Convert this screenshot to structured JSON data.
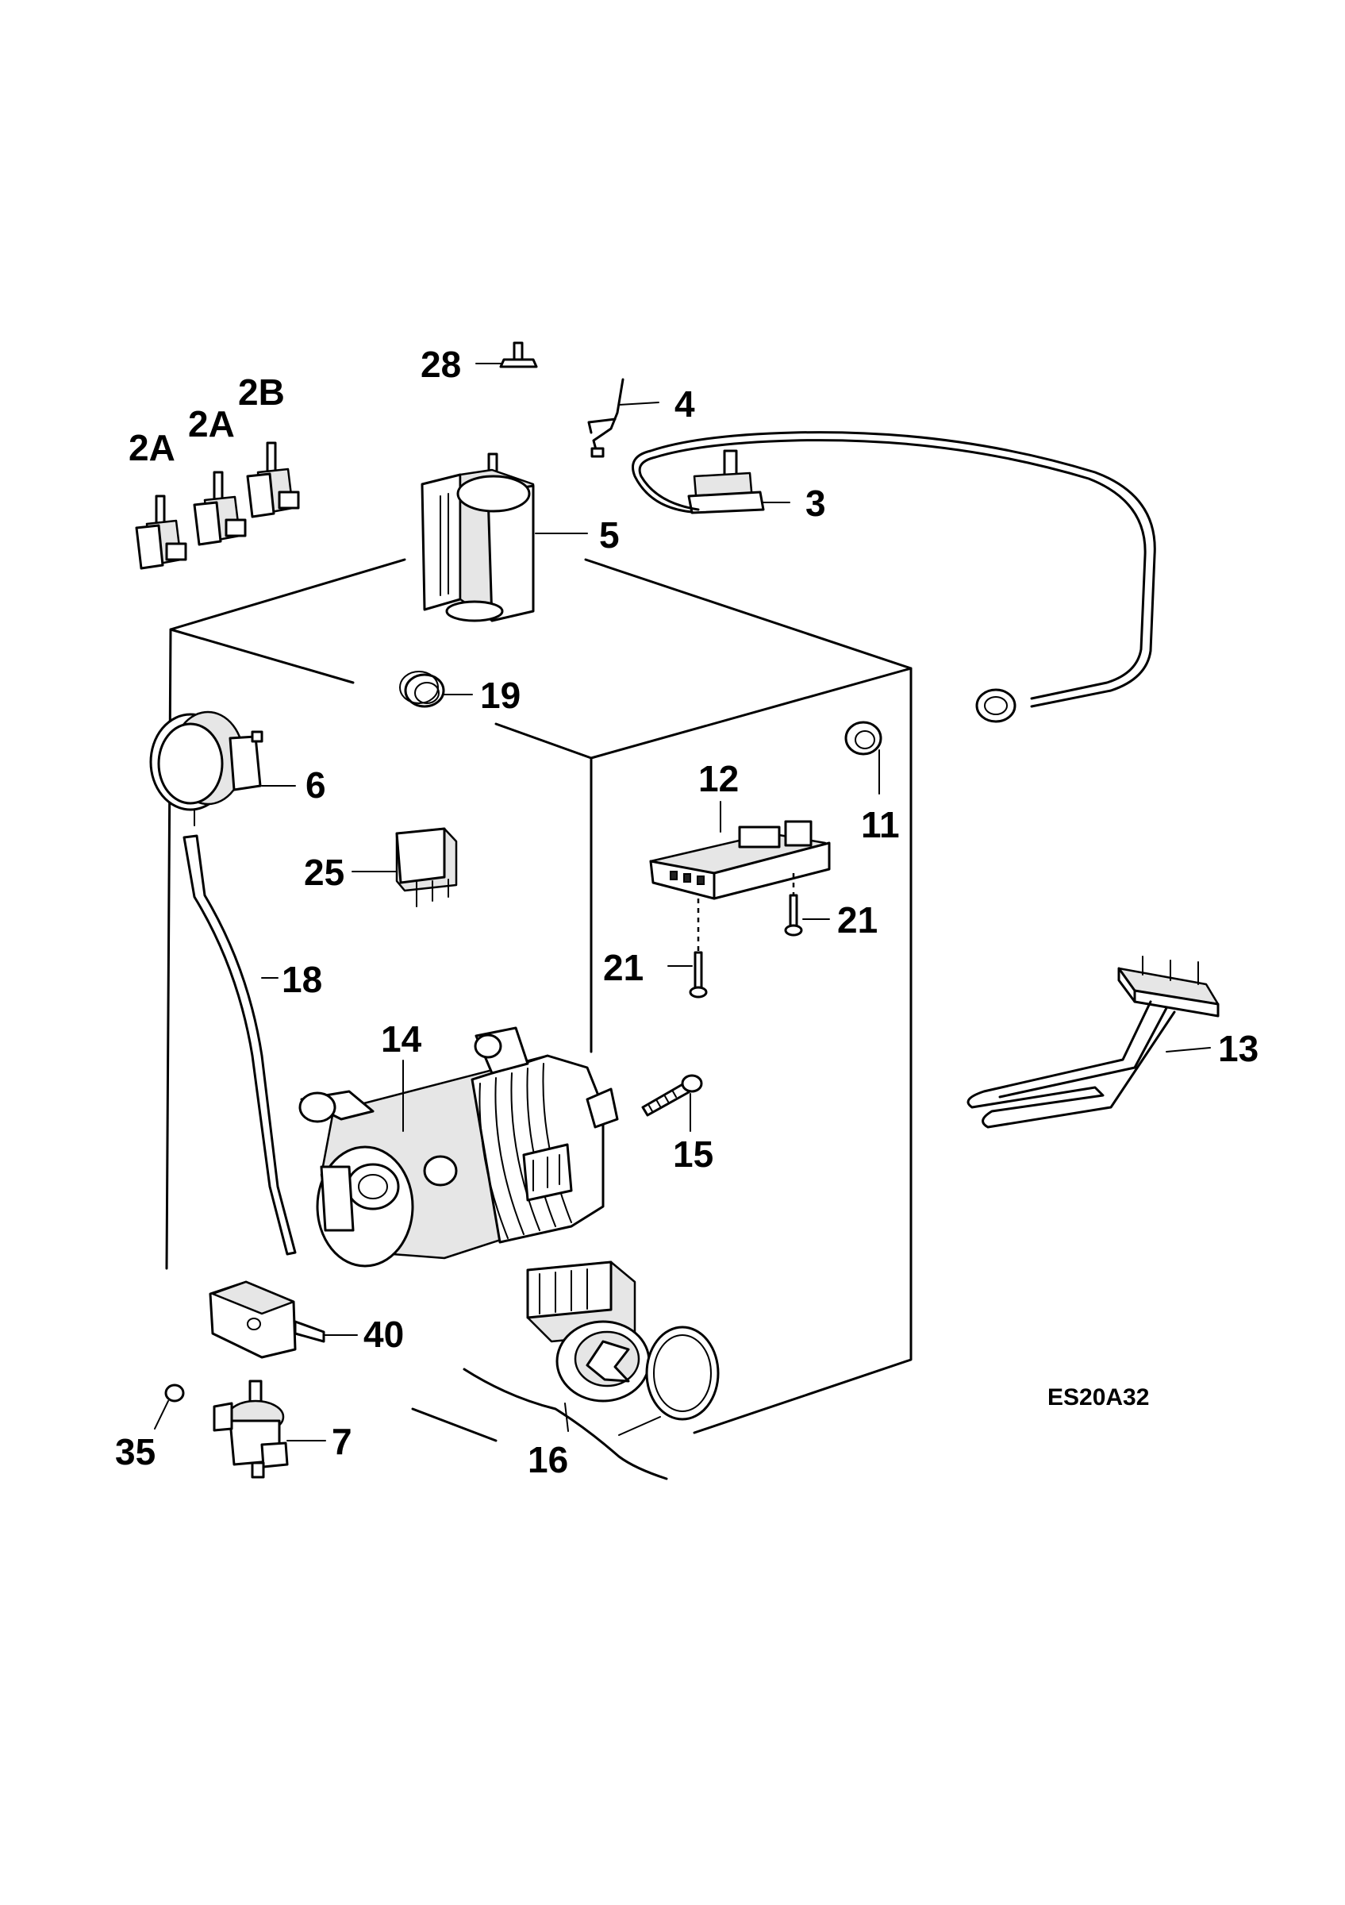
{
  "diagram_code": "ES20A32",
  "callouts": [
    {
      "id": "c-28",
      "label": "28"
    },
    {
      "id": "c-4",
      "label": "4"
    },
    {
      "id": "c-2b",
      "label": "2B"
    },
    {
      "id": "c-2a-1",
      "label": "2A"
    },
    {
      "id": "c-2a-2",
      "label": "2A"
    },
    {
      "id": "c-3",
      "label": "3"
    },
    {
      "id": "c-5",
      "label": "5"
    },
    {
      "id": "c-19",
      "label": "19"
    },
    {
      "id": "c-6",
      "label": "6"
    },
    {
      "id": "c-12",
      "label": "12"
    },
    {
      "id": "c-11",
      "label": "11"
    },
    {
      "id": "c-25",
      "label": "25"
    },
    {
      "id": "c-21-1",
      "label": "21"
    },
    {
      "id": "c-21-2",
      "label": "21"
    },
    {
      "id": "c-18",
      "label": "18"
    },
    {
      "id": "c-14",
      "label": "14"
    },
    {
      "id": "c-13",
      "label": "13"
    },
    {
      "id": "c-15",
      "label": "15"
    },
    {
      "id": "c-40",
      "label": "40"
    },
    {
      "id": "c-7",
      "label": "7"
    },
    {
      "id": "c-35",
      "label": "35"
    },
    {
      "id": "c-16",
      "label": "16"
    }
  ]
}
